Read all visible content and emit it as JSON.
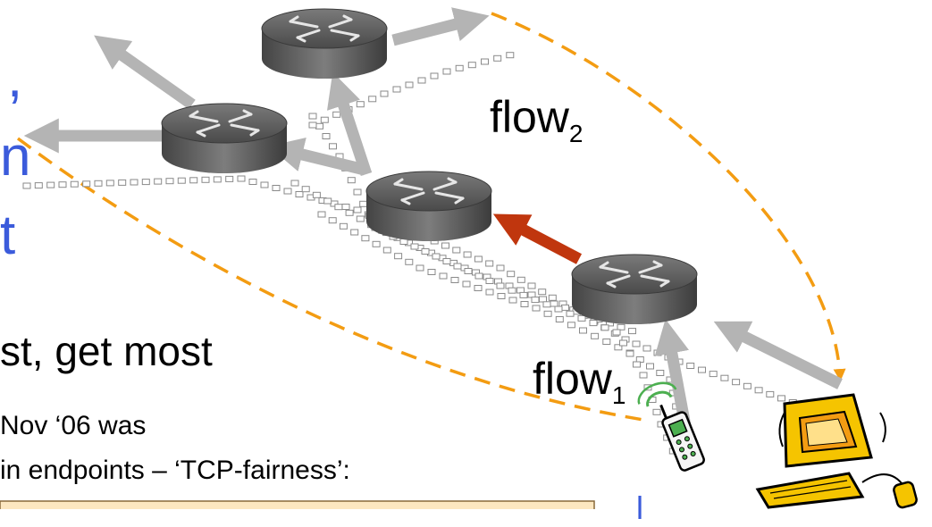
{
  "slide": {
    "left_fragments": [
      ",",
      "n",
      "t"
    ],
    "bullet_main": "st, get most",
    "sub_line1": "Nov ‘06 was",
    "sub_line2": " in endpoints – ‘TCP-fairness’:",
    "bottom_fragment": "l"
  },
  "diagram": {
    "flow1": {
      "base": "flow",
      "sub": "1"
    },
    "flow2": {
      "base": "flow",
      "sub": "2"
    },
    "icons": [
      "router-icon",
      "mobile-phone-icon",
      "desktop-computer-icon"
    ],
    "colors": {
      "router_fill": "#555555",
      "link_arrow": "#b4b4b4",
      "congested_arrow": "#c0360e",
      "flow_path": "#f39c12",
      "packet_outline": "#8a8a8a",
      "text_blue": "#3b5bdb",
      "callout_fill": "#fde7c0"
    }
  }
}
